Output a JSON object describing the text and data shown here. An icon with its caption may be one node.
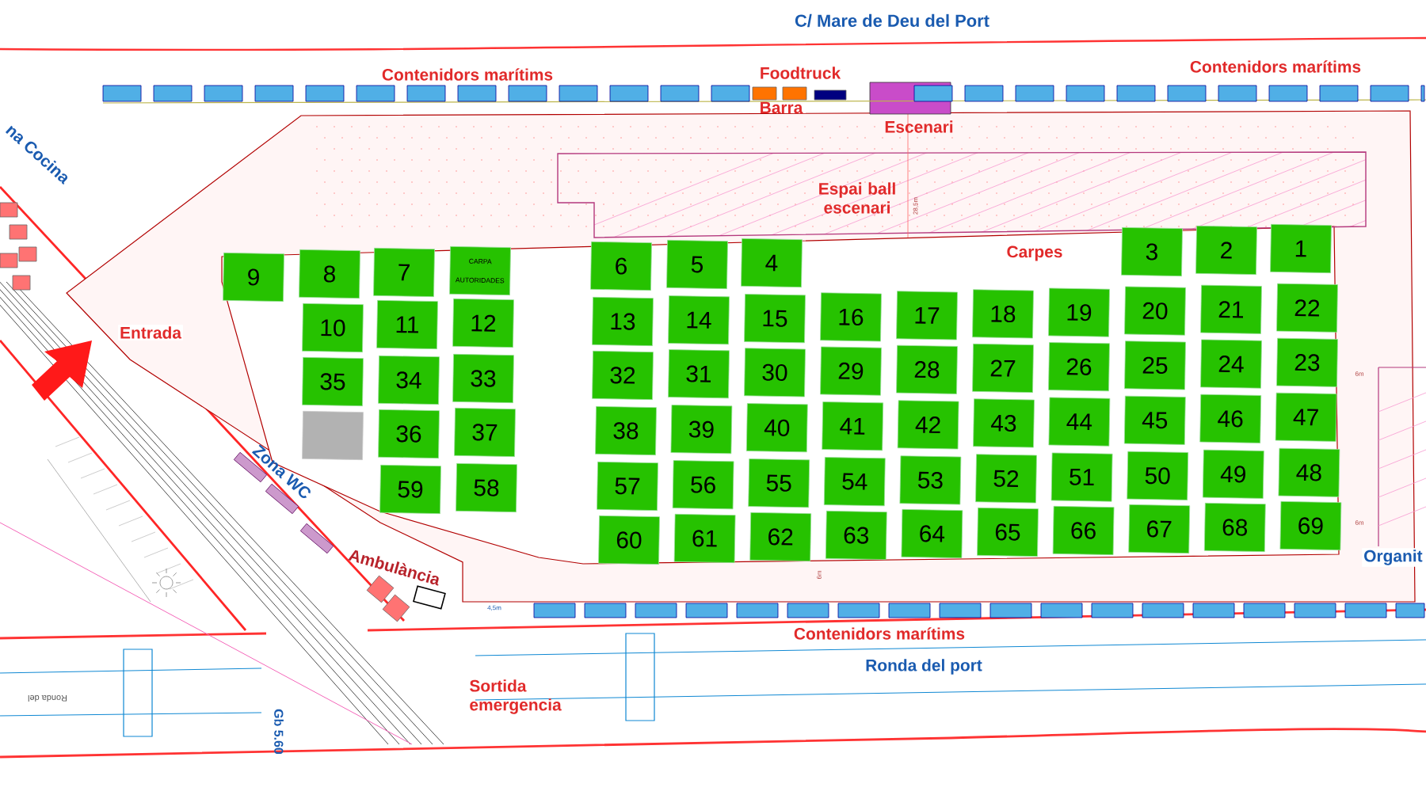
{
  "diagram": {
    "nodes": [
      {
        "text": [
          "9"
        ]
      },
      {
        "text": [
          "8"
        ]
      },
      {
        "text": [
          "7"
        ]
      },
      {
        "text": [
          "CARPA AUTORIDADES"
        ]
      },
      {
        "text": [
          "6"
        ]
      },
      {
        "text": [
          "5"
        ]
      },
      {
        "text": [
          "4"
        ]
      },
      {
        "text": [
          "3"
        ]
      },
      {
        "text": [
          "2"
        ]
      },
      {
        "text": [
          "1"
        ]
      },
      {
        "text": [
          "10"
        ]
      },
      {
        "text": [
          "11"
        ]
      },
      {
        "text": [
          "12"
        ]
      },
      {
        "text": [
          "13"
        ]
      },
      {
        "text": [
          "14"
        ]
      },
      {
        "text": [
          "15"
        ]
      },
      {
        "text": [
          "16"
        ]
      },
      {
        "text": [
          "17"
        ]
      },
      {
        "text": [
          "18"
        ]
      },
      {
        "text": [
          "19"
        ]
      },
      {
        "text": [
          "20"
        ]
      },
      {
        "text": [
          "21"
        ]
      },
      {
        "text": [
          "22"
        ]
      },
      {
        "text": [
          "35"
        ]
      },
      {
        "text": [
          "34"
        ]
      },
      {
        "text": [
          "33"
        ]
      },
      {
        "text": [
          "32"
        ]
      },
      {
        "text": [
          "31"
        ]
      },
      {
        "text": [
          "30"
        ]
      },
      {
        "text": [
          "29"
        ]
      },
      {
        "text": [
          "28"
        ]
      },
      {
        "text": [
          "27"
        ]
      },
      {
        "text": [
          "26"
        ]
      },
      {
        "text": [
          "25"
        ]
      },
      {
        "text": [
          "24"
        ]
      },
      {
        "text": [
          "23"
        ]
      },
      {
        "text": [],
        "shape": "box"
      },
      {
        "text": [
          "36"
        ]
      },
      {
        "text": [
          "37"
        ]
      },
      {
        "text": [
          "38"
        ]
      },
      {
        "text": [
          "39"
        ]
      },
      {
        "text": [
          "40"
        ]
      },
      {
        "text": [
          "41"
        ]
      },
      {
        "text": [
          "42"
        ]
      },
      {
        "text": [
          "43"
        ]
      },
      {
        "text": [
          "44"
        ]
      },
      {
        "text": [
          "45"
        ]
      },
      {
        "text": [
          "46"
        ]
      },
      {
        "text": [
          "47"
        ]
      },
      {
        "text": [
          "59"
        ]
      },
      {
        "text": [
          "58"
        ]
      },
      {
        "text": [
          "57"
        ]
      },
      {
        "text": [
          "56"
        ]
      },
      {
        "text": [
          "55"
        ]
      },
      {
        "text": [
          "54"
        ]
      },
      {
        "text": [
          "53"
        ]
      },
      {
        "text": [
          "52"
        ]
      },
      {
        "text": [
          "51"
        ]
      },
      {
        "text": [
          "50"
        ]
      },
      {
        "text": [
          "49"
        ]
      },
      {
        "text": [
          "48"
        ]
      },
      {
        "text": [
          "60"
        ]
      },
      {
        "text": [
          "61"
        ]
      },
      {
        "text": [
          "62"
        ]
      },
      {
        "text": [
          "63"
        ]
      },
      {
        "text": [
          "64"
        ]
      },
      {
        "text": [
          "65"
        ]
      },
      {
        "text": [
          "66"
        ]
      },
      {
        "text": [
          "67"
        ]
      },
      {
        "text": [
          "68"
        ]
      },
      {
        "text": [
          "69"
        ]
      }
    ],
    "labels": [
      "C/ Mare de Deu del Port",
      "Contenidors marítims",
      "Foodtruck",
      "Contenidors marítims",
      "Barra",
      "Escenari",
      "na Cocina",
      "Espai ball escenari",
      "28,5m",
      "Carpes",
      "Entrada",
      "6m",
      "Zona WC",
      "6m",
      "Organit",
      "Ambulància",
      "6m",
      "4,5m",
      "Contenidors marítims",
      "Ronda del port",
      "Ronda del",
      "Sortida emergencia",
      "Gb 5.60"
    ]
  }
}
